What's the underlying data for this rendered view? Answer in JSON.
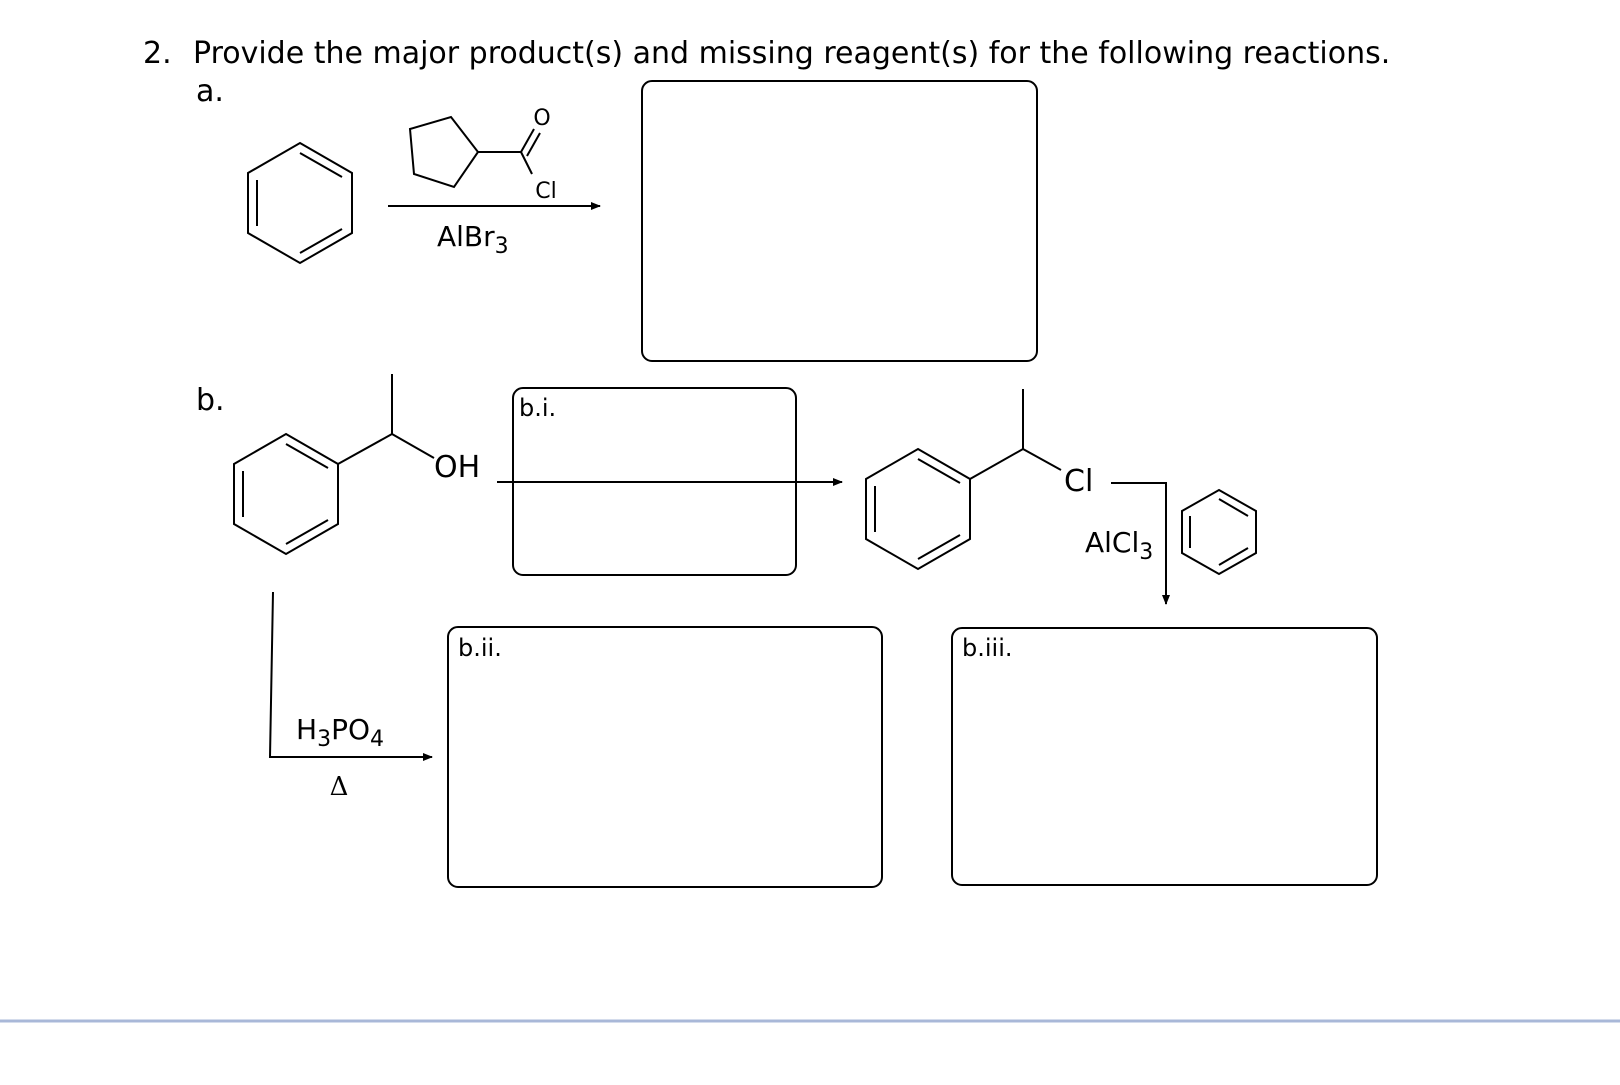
{
  "question": {
    "number": "2.",
    "prompt": "Provide the major product(s) and missing reagent(s) for the following reactions."
  },
  "part_a": {
    "label": "a.",
    "acyl_chloride": {
      "oxygen": "O",
      "chlorine": "Cl"
    },
    "reagent_below": {
      "main": "AlBr",
      "sub": "3"
    }
  },
  "part_b": {
    "label": "b.",
    "alcohol_group": "OH",
    "chloride_group": "Cl",
    "lewis_acid": {
      "main": "AlCl",
      "sub": "3"
    },
    "acid": {
      "h": "H",
      "h_sub": "3",
      "po": "PO",
      "po_sub": "4"
    },
    "heat": "Δ",
    "box_i_label": "b.i.",
    "box_ii_label": "b.ii.",
    "box_iii_label": "b.iii."
  },
  "footer": {
    "rule_color": "#a9b8d8"
  }
}
